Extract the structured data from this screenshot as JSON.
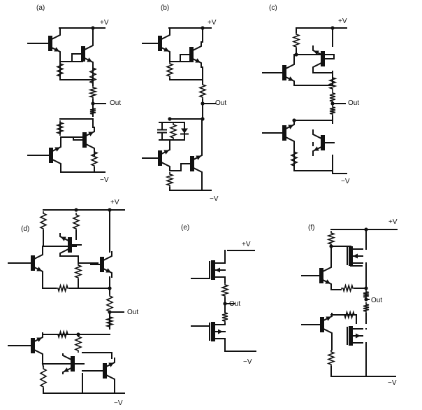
{
  "panels": [
    {
      "id": "a",
      "label": "(a)",
      "pos": "+V",
      "neg": "−V",
      "out": "Out"
    },
    {
      "id": "b",
      "label": "(b)",
      "pos": "+V",
      "neg": "−V",
      "out": "Out"
    },
    {
      "id": "c",
      "label": "(c)",
      "pos": "+V",
      "neg": "−V",
      "out": "Out"
    },
    {
      "id": "d",
      "label": "(d)",
      "pos": "+V",
      "neg": "−V",
      "out": "Out"
    },
    {
      "id": "e",
      "label": "(e)",
      "pos": "+V",
      "neg": "−V",
      "out": "Out"
    },
    {
      "id": "f",
      "label": "(f)",
      "pos": "+V",
      "neg": "−V",
      "out": "Out"
    }
  ]
}
